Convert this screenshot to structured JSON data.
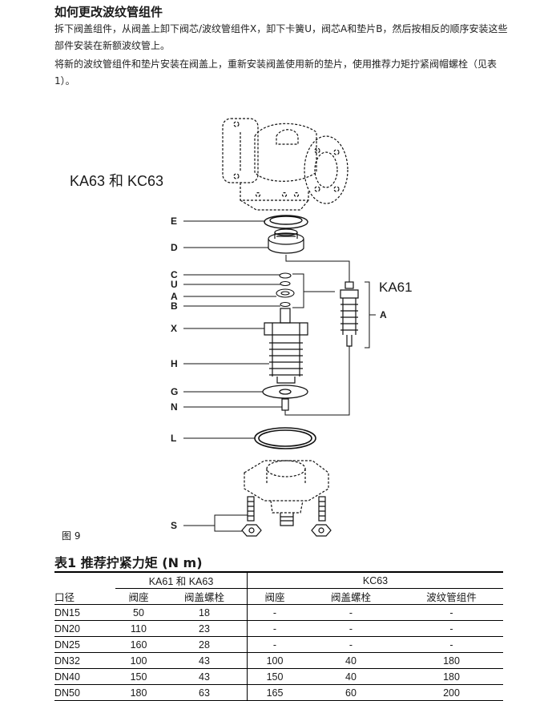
{
  "heading": "如何更改波纹管组件",
  "paragraphs": [
    "拆下阀盖组件，从阀盖上卸下阀芯/波纹管组件X，卸下卡簧U，阀芯A和垫片B，然后按相反的顺序安装这些部件安装在新额波纹管上。",
    "将新的波纹管组件和垫片安装在阀盖上，重新安装阀盖使用新的垫片，使用推荐力矩拧紧阀帽螺栓（见表1）。"
  ],
  "figure": {
    "title": "KA63 和 KC63",
    "ka61_label": "KA61",
    "caption": "图 9",
    "labels": {
      "E": "E",
      "D": "D",
      "C": "C",
      "U": "U",
      "A": "A",
      "B": "B",
      "X": "X",
      "H": "H",
      "G": "G",
      "N": "N",
      "L": "L",
      "S": "S",
      "A2": "A"
    }
  },
  "table": {
    "title": "表1 推荐拧紧力矩 (N m)",
    "group1": "KA61 和 KA63",
    "group2": "KC63",
    "columns": [
      "口径",
      "阀座",
      "阀盖螺栓",
      "阀座",
      "阀盖螺栓",
      "波纹管组件"
    ],
    "rows": [
      [
        "DN15",
        "50",
        "18",
        "-",
        "-",
        "-"
      ],
      [
        "DN20",
        "110",
        "23",
        "-",
        "-",
        "-"
      ],
      [
        "DN25",
        "160",
        "28",
        "-",
        "-",
        "-"
      ],
      [
        "DN32",
        "100",
        "43",
        "100",
        "40",
        "180"
      ],
      [
        "DN40",
        "150",
        "43",
        "150",
        "40",
        "180"
      ],
      [
        "DN50",
        "180",
        "63",
        "165",
        "60",
        "200"
      ]
    ]
  }
}
